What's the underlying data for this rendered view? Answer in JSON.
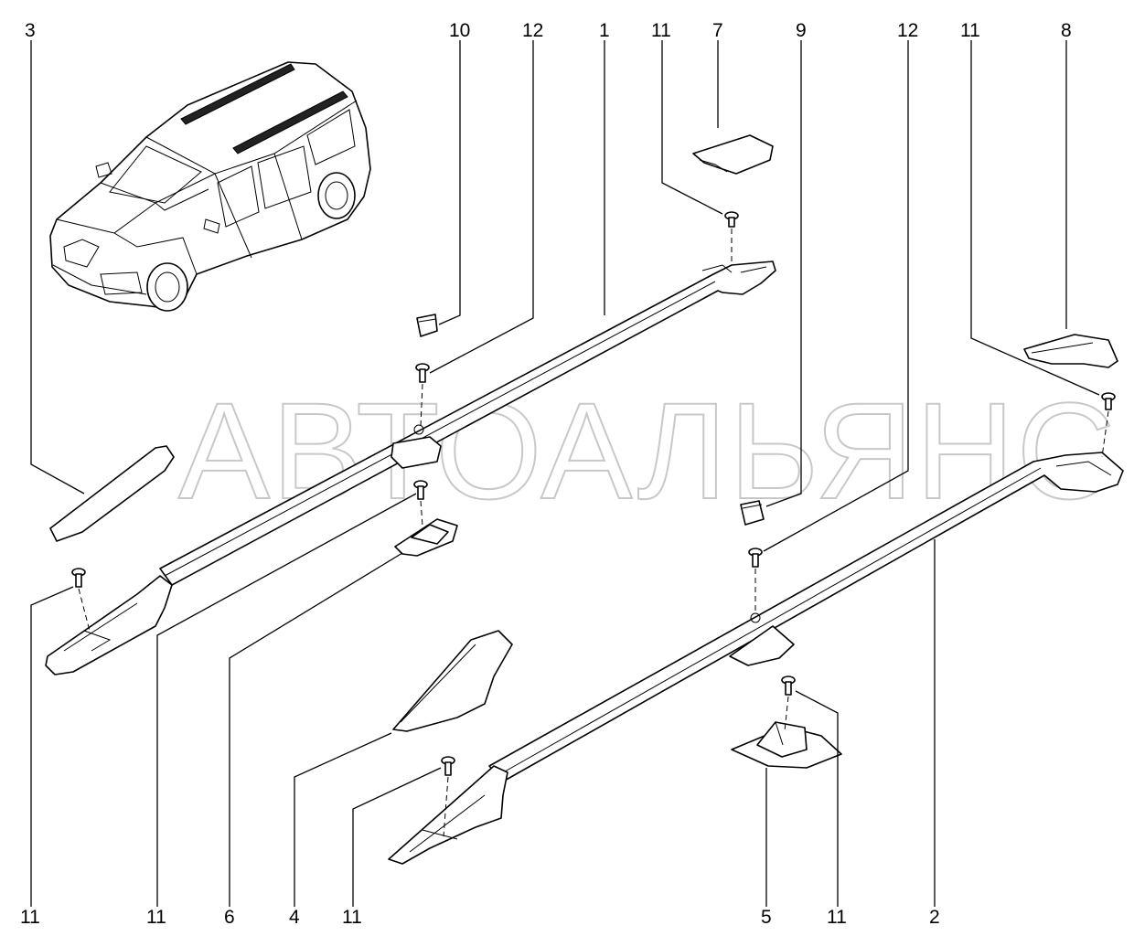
{
  "watermark": "АВТОАЛЬЯНС",
  "callouts": {
    "c3": "3",
    "c10": "10",
    "c12a": "12",
    "c1": "1",
    "c11a": "11",
    "c7": "7",
    "c9": "9",
    "c12b": "12",
    "c11b": "11",
    "c8": "8",
    "c11c": "11",
    "c11d": "11",
    "c6": "6",
    "c4": "4",
    "c11e": "11",
    "c5": "5",
    "c11f": "11",
    "c2": "2"
  },
  "parts": [
    {
      "number": "1",
      "description": "left roof rail"
    },
    {
      "number": "2",
      "description": "right roof rail"
    },
    {
      "number": "3",
      "description": "front end cover"
    },
    {
      "number": "4",
      "description": "front end cover"
    },
    {
      "number": "5",
      "description": "middle support"
    },
    {
      "number": "6",
      "description": "middle support"
    },
    {
      "number": "7",
      "description": "rear end cover"
    },
    {
      "number": "8",
      "description": "rear end cover"
    },
    {
      "number": "9",
      "description": "cap"
    },
    {
      "number": "10",
      "description": "cap"
    },
    {
      "number": "11",
      "description": "screw"
    },
    {
      "number": "12",
      "description": "screw"
    }
  ]
}
